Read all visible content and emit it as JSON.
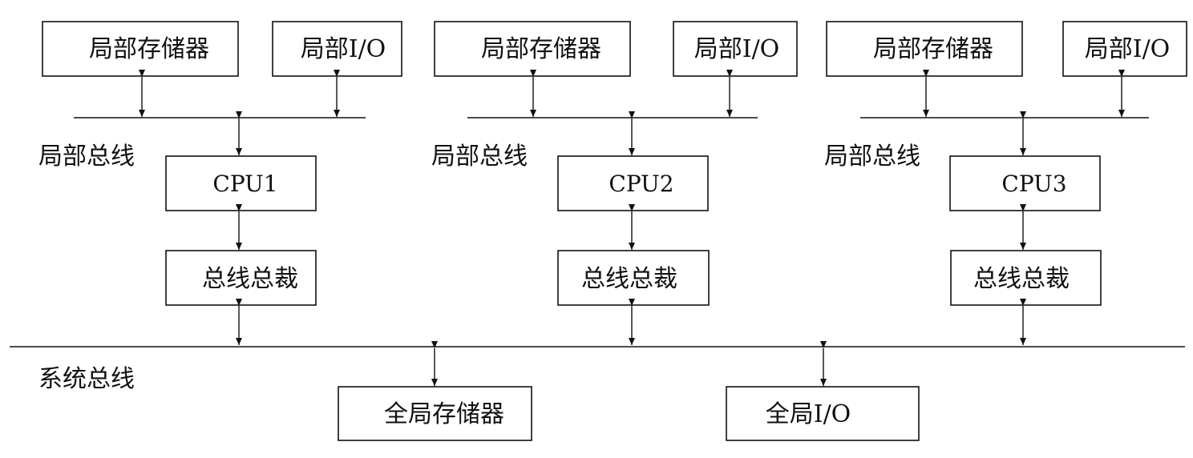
{
  "colors": {
    "ink": "#111111",
    "background": "#ffffff"
  },
  "nodes": [
    {
      "id": "cpu1",
      "label": "CPU1"
    },
    {
      "id": "cpu2",
      "label": "CPU2"
    },
    {
      "id": "cpu3",
      "label": "CPU3"
    }
  ],
  "node_labels": {
    "local_memory": "局部存储器",
    "local_io": "局部I/O",
    "bus_arbiter": "总线总裁",
    "local_bus": "局部总线"
  },
  "system": {
    "bus_label": "系统总线",
    "global_memory": "全局存储器",
    "global_io": "全局I/O"
  },
  "connections": [
    {
      "from": "local_memory",
      "to": "local_bus",
      "direction": "bidirectional"
    },
    {
      "from": "local_io",
      "to": "local_bus",
      "direction": "bidirectional"
    },
    {
      "from": "local_bus",
      "to": "cpu",
      "direction": "bidirectional"
    },
    {
      "from": "cpu",
      "to": "bus_arbiter",
      "direction": "bidirectional"
    },
    {
      "from": "bus_arbiter",
      "to": "system_bus",
      "direction": "bidirectional"
    },
    {
      "from": "system_bus",
      "to": "global_memory",
      "direction": "bidirectional"
    },
    {
      "from": "system_bus",
      "to": "global_io",
      "direction": "bidirectional"
    }
  ]
}
